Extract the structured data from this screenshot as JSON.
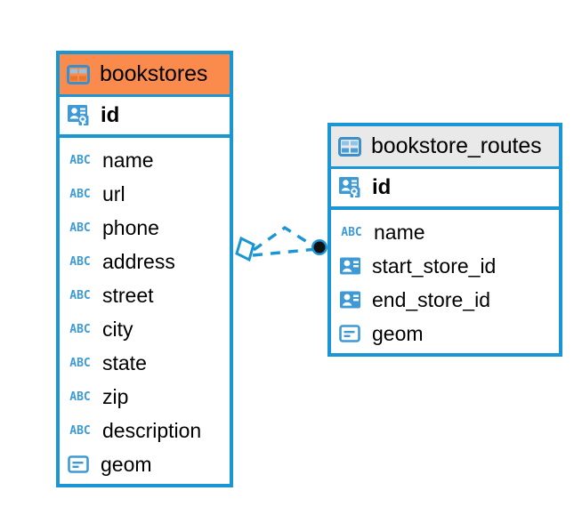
{
  "diagram": {
    "type": "entity-relationship-diagram",
    "background_color": "#ffffff",
    "accent_color": "#1a96d4",
    "selected_color": "#fb8b4c",
    "header_color": "#e9e9e9"
  },
  "tables": [
    {
      "name": "bookstores",
      "selected": true,
      "table_icon": "table-icon",
      "primary_key": {
        "label": "id",
        "icon": "primary-key-icon"
      },
      "fields": [
        {
          "label": "name",
          "icon": "abc-icon",
          "icon_text": "ABC"
        },
        {
          "label": "url",
          "icon": "abc-icon",
          "icon_text": "ABC"
        },
        {
          "label": "phone",
          "icon": "abc-icon",
          "icon_text": "ABC"
        },
        {
          "label": "address",
          "icon": "abc-icon",
          "icon_text": "ABC"
        },
        {
          "label": "street",
          "icon": "abc-icon",
          "icon_text": "ABC"
        },
        {
          "label": "city",
          "icon": "abc-icon",
          "icon_text": "ABC"
        },
        {
          "label": "state",
          "icon": "abc-icon",
          "icon_text": "ABC"
        },
        {
          "label": "zip",
          "icon": "abc-icon",
          "icon_text": "ABC"
        },
        {
          "label": "description",
          "icon": "abc-icon",
          "icon_text": "ABC"
        },
        {
          "label": "geom",
          "icon": "geometry-icon",
          "icon_text": ""
        }
      ]
    },
    {
      "name": "bookstore_routes",
      "selected": false,
      "table_icon": "table-icon",
      "primary_key": {
        "label": "id",
        "icon": "primary-key-icon"
      },
      "fields": [
        {
          "label": "name",
          "icon": "abc-icon",
          "icon_text": "ABC"
        },
        {
          "label": "start_store_id",
          "icon": "foreign-key-icon",
          "icon_text": ""
        },
        {
          "label": "end_store_id",
          "icon": "foreign-key-icon",
          "icon_text": ""
        },
        {
          "label": "geom",
          "icon": "geometry-icon",
          "icon_text": ""
        }
      ]
    }
  ],
  "relationship": {
    "style": "dashed",
    "color": "#1a96d4",
    "source_marker": "rhombus-marker",
    "target_marker": "filled-circle-marker"
  }
}
